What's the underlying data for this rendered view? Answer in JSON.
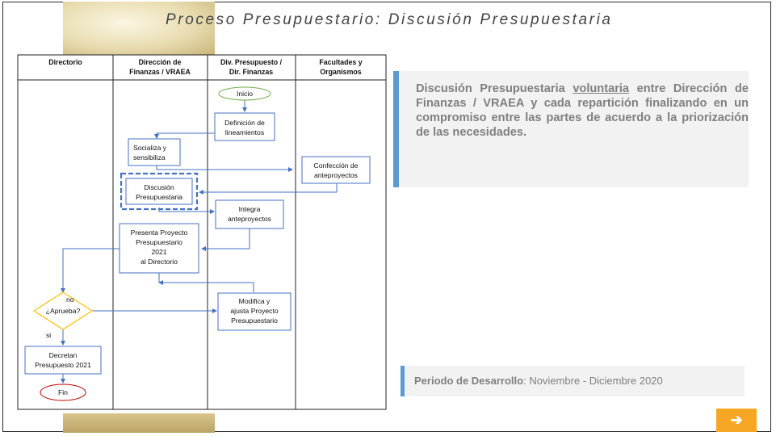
{
  "slide": {
    "title": "Proceso Presupuestario: Discusión Presupuestaria",
    "description": {
      "before": "Discusión Presupuestaria",
      "underlined": "voluntaria",
      "after": "entre Dirección de Finanzas / VRAEA y cada repartición finalizando en un compromiso entre las partes de acuerdo a la priorización de las necesidades."
    },
    "period": {
      "label": "Periodo de Desarrollo",
      "value": ": Noviembre - Diciembre 2020"
    },
    "next_button": "➔"
  },
  "lanes": [
    {
      "line1": "Directorio",
      "line2": ""
    },
    {
      "line1": "Dirección de",
      "line2": "Finanzas / VRAEA"
    },
    {
      "line1": "Div. Presupuesto /",
      "line2": "Dir. Finanzas"
    },
    {
      "line1": "Facultades y",
      "line2": "Organismos"
    }
  ],
  "nodes": {
    "inicio": "Inicio",
    "definicion": [
      "Definición de",
      "lineamientos"
    ],
    "socializa": [
      "Socializa y",
      "sensibiliza"
    ],
    "confeccion": [
      "Confección de",
      "anteproyectos"
    ],
    "discusion": [
      "Discusión",
      "Presupuestaria"
    ],
    "integra": [
      "Integra",
      "anteproyectos"
    ],
    "presenta": [
      "Presenta Proyecto",
      "Presupuestario",
      "2021",
      "al Directorio"
    ],
    "aprueba": "¿Aprueba?",
    "modifica": [
      "Modifica y",
      "ajusta Proyecto",
      "Presupuestario"
    ],
    "decretan": [
      "Decretan",
      "Presupuesto 2021"
    ],
    "fin": "Fin"
  },
  "labels": {
    "no": "no",
    "si": "si"
  },
  "colors": {
    "accent_blue": "#4472c4",
    "start_green": "#70ad47",
    "end_red": "#c00000",
    "decision_yellow": "#ffc000",
    "orange_button": "#f5a623"
  }
}
